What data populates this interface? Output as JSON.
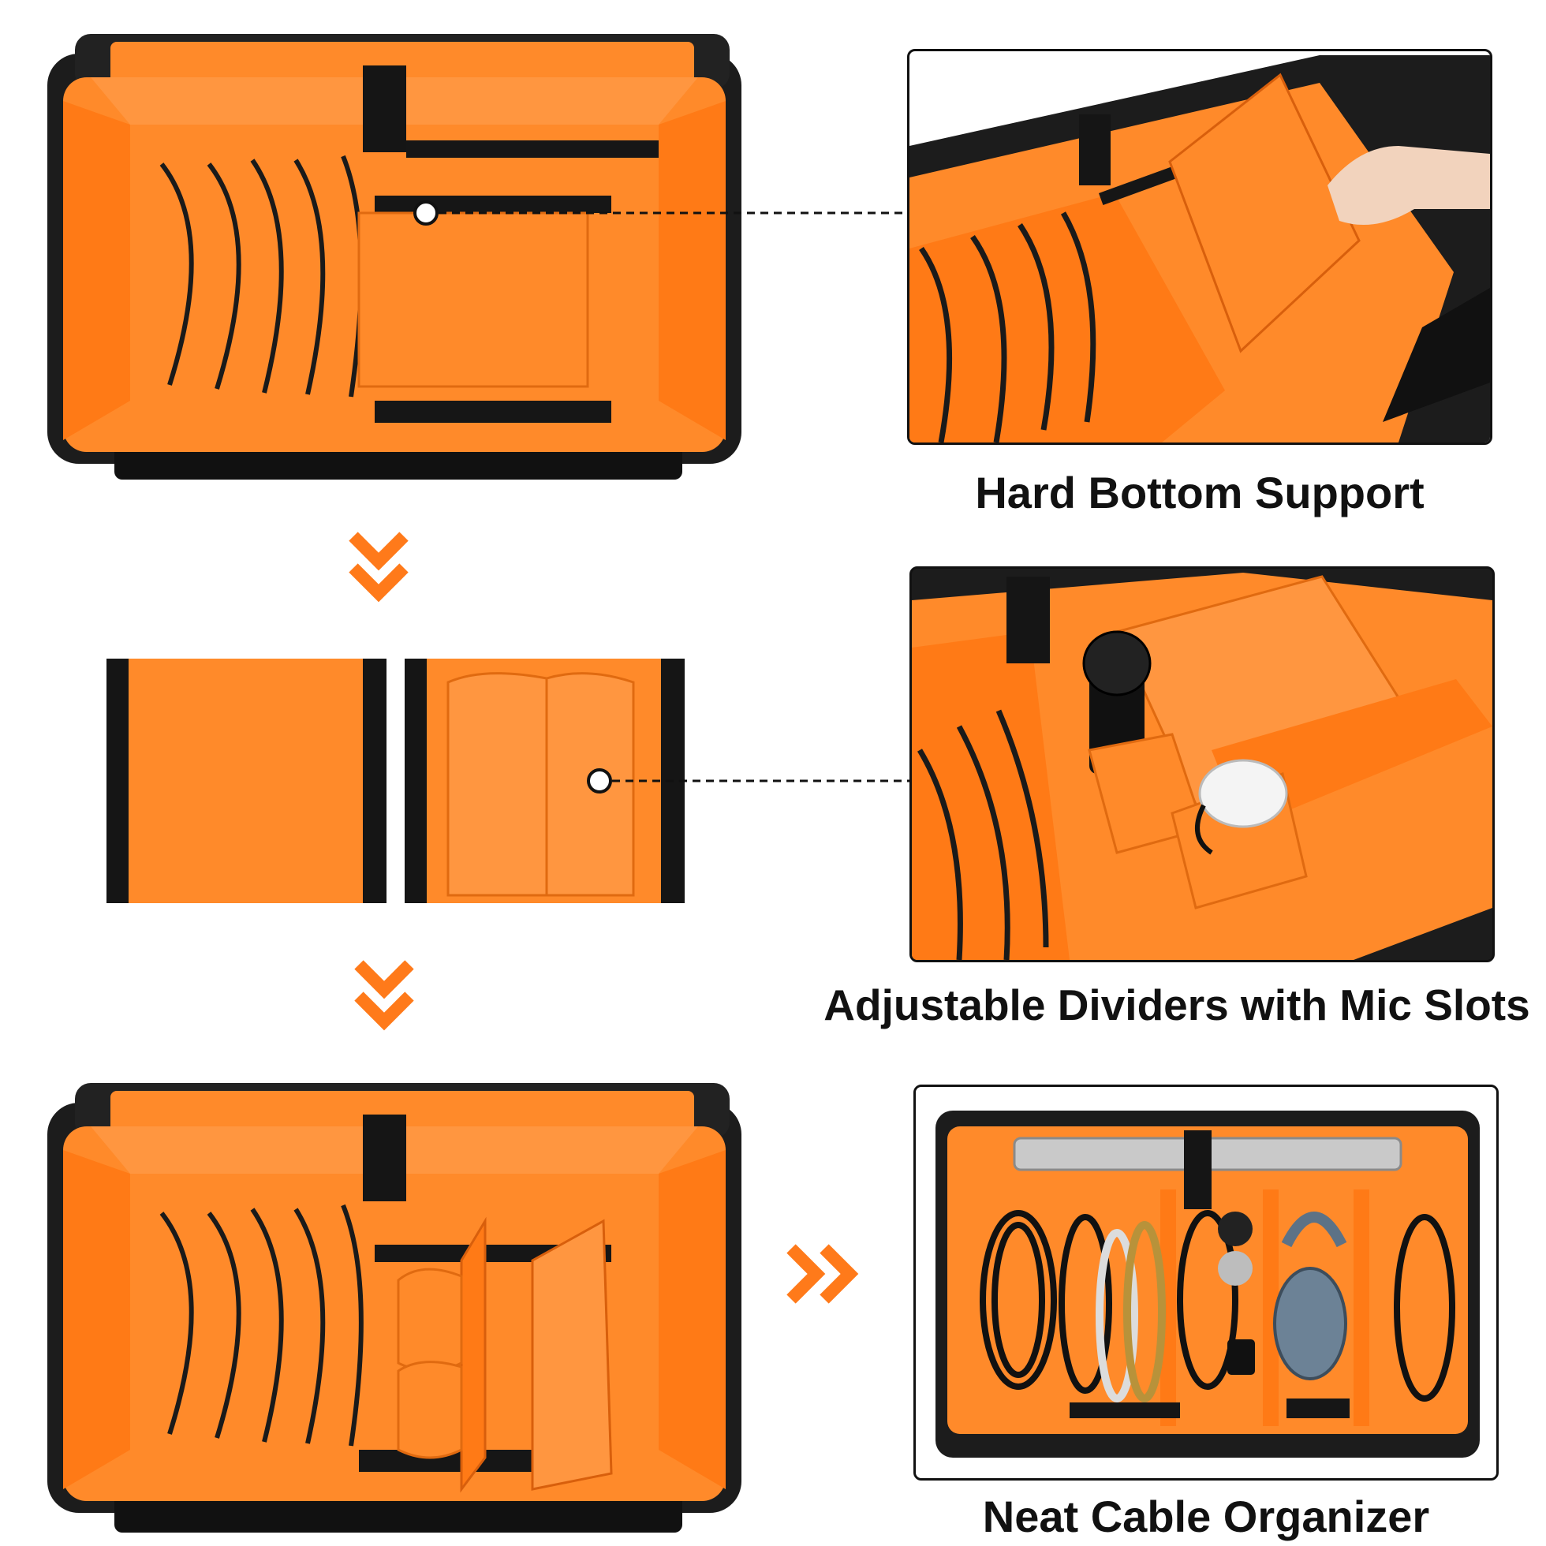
{
  "colors": {
    "accent_orange": "#ff7a1a",
    "lining_orange": "#ff8a2a",
    "bag_black": "#1a1a1a",
    "dark_gray": "#2b2b2b"
  },
  "features": [
    {
      "caption": "Hard Bottom Support"
    },
    {
      "caption": "Adjustable Dividers with Mic Slots"
    },
    {
      "caption": "Neat Cable Organizer"
    }
  ],
  "icons": {
    "down_arrow": "double-chevron-down-icon",
    "right_arrow": "double-chevron-right-icon",
    "callout_dot": "callout-dot-icon"
  }
}
